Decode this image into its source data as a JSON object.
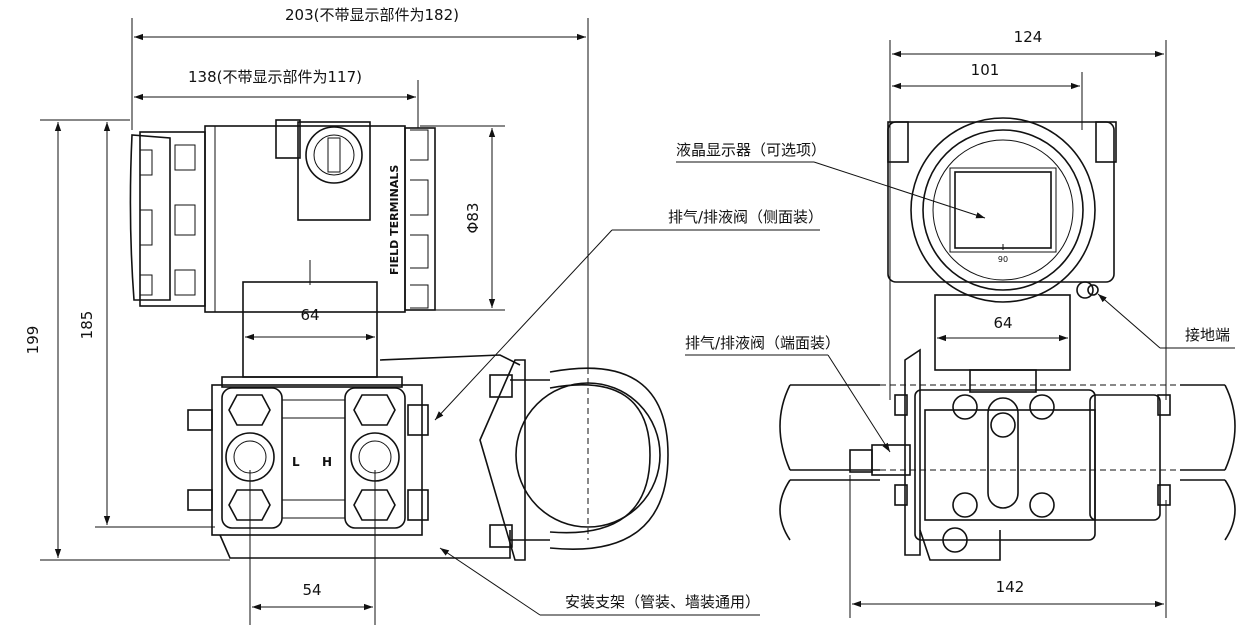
{
  "left_view": {
    "dims": {
      "overall_width": "203(不带显示部件为182)",
      "body_width": "138(不带显示部件为117)",
      "overall_height": "199",
      "body_height": "185",
      "diameter": "Φ83",
      "neck_width": "64",
      "flange_spacing": "54"
    },
    "housing_label": "FIELD TERMINALS",
    "port_low": "L",
    "port_high": "H"
  },
  "right_view": {
    "dims": {
      "top_width": "124",
      "inner_width": "101",
      "neck_width": "64",
      "bottom_width": "142"
    },
    "display_mark": "90"
  },
  "callouts": {
    "lcd": "液晶显示器（可选项）",
    "vent_side": "排气/排液阀（侧面装）",
    "vent_end": "排气/排液阀（端面装）",
    "ground": "接地端",
    "bracket": "安装支架（管装、墙装通用）"
  }
}
